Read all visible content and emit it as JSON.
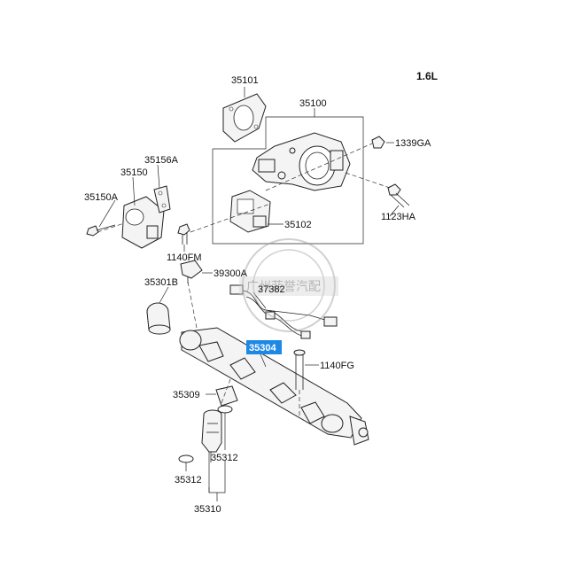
{
  "engine_label": "1.6L",
  "watermark_text": "广州菲誉汽配",
  "highlight_color": "#1e88e5",
  "callouts": {
    "p35101": "35101",
    "p35100": "35100",
    "p1339GA": "1339GA",
    "p35156A": "35156A",
    "p35150": "35150",
    "p35150A": "35150A",
    "p1123HA": "1123HA",
    "p35102": "35102",
    "p1140FM": "1140FM",
    "p39300A": "39300A",
    "p35301B": "35301B",
    "p37382": "37382",
    "p35304": "35304",
    "p1140FG": "1140FG",
    "p35309": "35309",
    "p35312a": "35312",
    "p35312b": "35312",
    "p35310": "35310"
  }
}
